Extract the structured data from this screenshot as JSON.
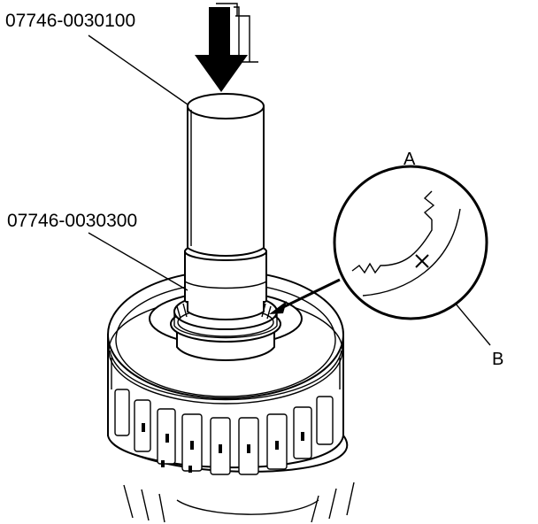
{
  "labels": {
    "tool_driver": "07746-0030100",
    "tool_attachment": "07746-0030300",
    "detail_view": "A",
    "detail_mark": "B"
  }
}
